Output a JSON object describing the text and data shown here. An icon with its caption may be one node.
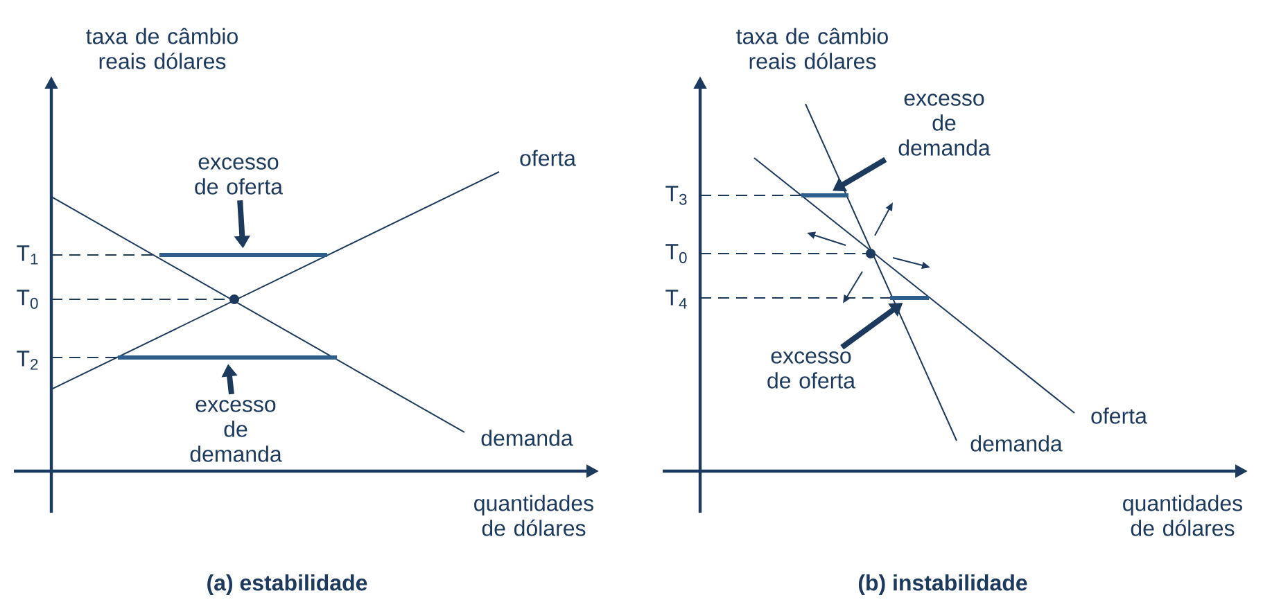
{
  "diagram": {
    "nodes": [
      {
        "text": [
          "excesso de oferta"
        ]
      },
      {
        "text": [],
        "shape": "bar"
      },
      {
        "text": [
          "excesso de demanda"
        ]
      },
      {
        "text": [],
        "shape": "bar"
      },
      {
        "text": [
          "excesso de demanda"
        ]
      },
      {
        "text": [],
        "shape": "bar"
      },
      {
        "text": [
          "excesso de oferta"
        ]
      },
      {
        "text": [],
        "shape": "bar"
      }
    ],
    "edges": [
      {
        "from": 0,
        "to": 1,
        "arrow": "to"
      },
      {
        "from": 2,
        "to": 3,
        "arrow": "to"
      },
      {
        "from": 4,
        "to": 5,
        "arrow": "to"
      },
      {
        "from": 6,
        "to": 7,
        "arrow": "to"
      }
    ],
    "labels": [
      "taxa de câmbio reais dólares",
      "oferta",
      "T$_{1}$",
      "T$_{0}$",
      "T$_{2}$",
      "demanda",
      "quantidades de dólares",
      "(a) estabilidade",
      "taxa de câmbio reais dólares",
      "T$_{3}$",
      "T$_{0}$",
      "T$_{4}$",
      "oferta",
      "demanda",
      "quantidades de dólares",
      "(b) instabilidade"
    ]
  }
}
